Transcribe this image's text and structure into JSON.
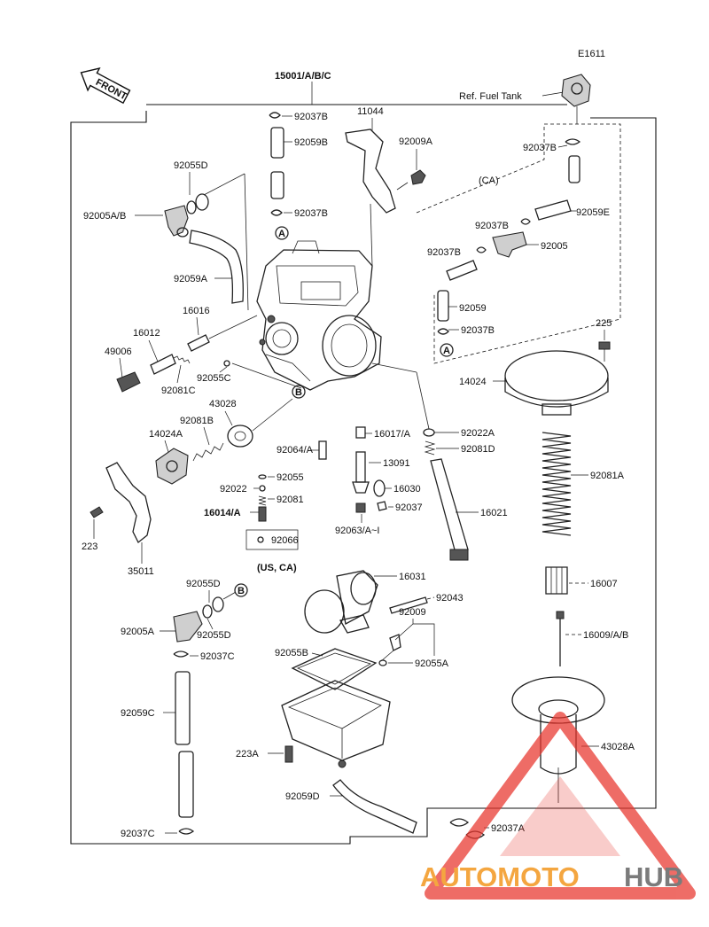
{
  "diagram_code": "E1611",
  "front_label": "FRONT",
  "top_label": "15001/A/B/C",
  "fuel_tank_ref": "Ref. Fuel Tank",
  "ca_label": "(CA)",
  "us_ca_label": "(US, CA)",
  "callouts": {
    "a": "A",
    "b": "B"
  },
  "parts": {
    "p92037B_top": "92037B",
    "p92059B": "92059B",
    "p11044": "11044",
    "p92009A": "92009A",
    "p92037B_mid": "92037B",
    "p92055D_top": "92055D",
    "p92005AB": "92005A/B",
    "p92059A": "92059A",
    "p16016": "16016",
    "p16012": "16012",
    "p49006": "49006",
    "p92081C": "92081C",
    "p92055C": "92055C",
    "p43028": "43028",
    "p92081B": "92081B",
    "p14024A": "14024A",
    "p92064A": "92064/A",
    "p92055": "92055",
    "p92022": "92022",
    "p92081": "92081",
    "p16014A": "16014/A",
    "p92066": "92066",
    "p223_left": "223",
    "p35011": "35011",
    "p16017A": "16017/A",
    "p13091": "13091",
    "p16030": "16030",
    "p92037": "92037",
    "p92063A": "92063/A~I",
    "p16021": "16021",
    "p92022A": "92022A",
    "p92081D": "92081D",
    "p92037B_r1": "92037B",
    "p92059E": "92059E",
    "p92037B_r2": "92037B",
    "p92037B_r3": "92037B",
    "p92005": "92005",
    "p92059": "92059",
    "p92037B_r4": "92037B",
    "p225": "225",
    "p14024": "14024",
    "p92081A": "92081A",
    "p16007": "16007",
    "p16009AB": "16009/A/B",
    "p43028A": "43028A",
    "p16031": "16031",
    "p92043": "92043",
    "p92009": "92009",
    "p92055A": "92055A",
    "p92055B": "92055B",
    "p92055D_l1": "92055D",
    "p92005A": "92005A",
    "p92055D_l2": "92055D",
    "p92037C_1": "92037C",
    "p92059C": "92059C",
    "p223A": "223A",
    "p92059D": "92059D",
    "p92037C_2": "92037C",
    "p92037A": "92037A"
  },
  "watermark": {
    "part1": "AUTOMOTO",
    "part2": "HUB"
  },
  "colors": {
    "watermark_red": "#e8342c",
    "watermark_orange": "#f4a640",
    "watermark_gray": "#7b7b7b",
    "line": "#222222"
  }
}
